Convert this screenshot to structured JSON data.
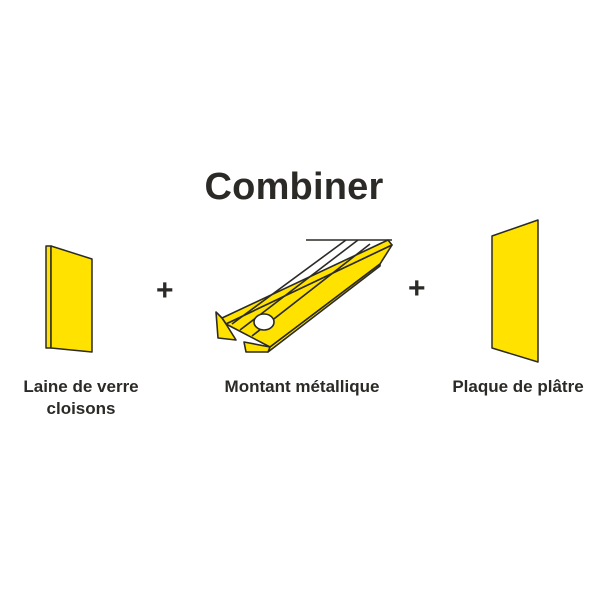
{
  "title": "Combiner",
  "operators": [
    "+",
    "+"
  ],
  "items": [
    {
      "label_line1": "Laine de verre",
      "label_line2": "cloisons",
      "icon": "glass-wool-panel-icon"
    },
    {
      "label_line1": "Montant métallique",
      "icon": "metal-stud-icon"
    },
    {
      "label_line1": "Plaque de plâtre",
      "icon": "plasterboard-icon"
    }
  ],
  "colors": {
    "fill": "#ffe200",
    "stroke": "#2b2a27",
    "text": "#2b2a27"
  }
}
